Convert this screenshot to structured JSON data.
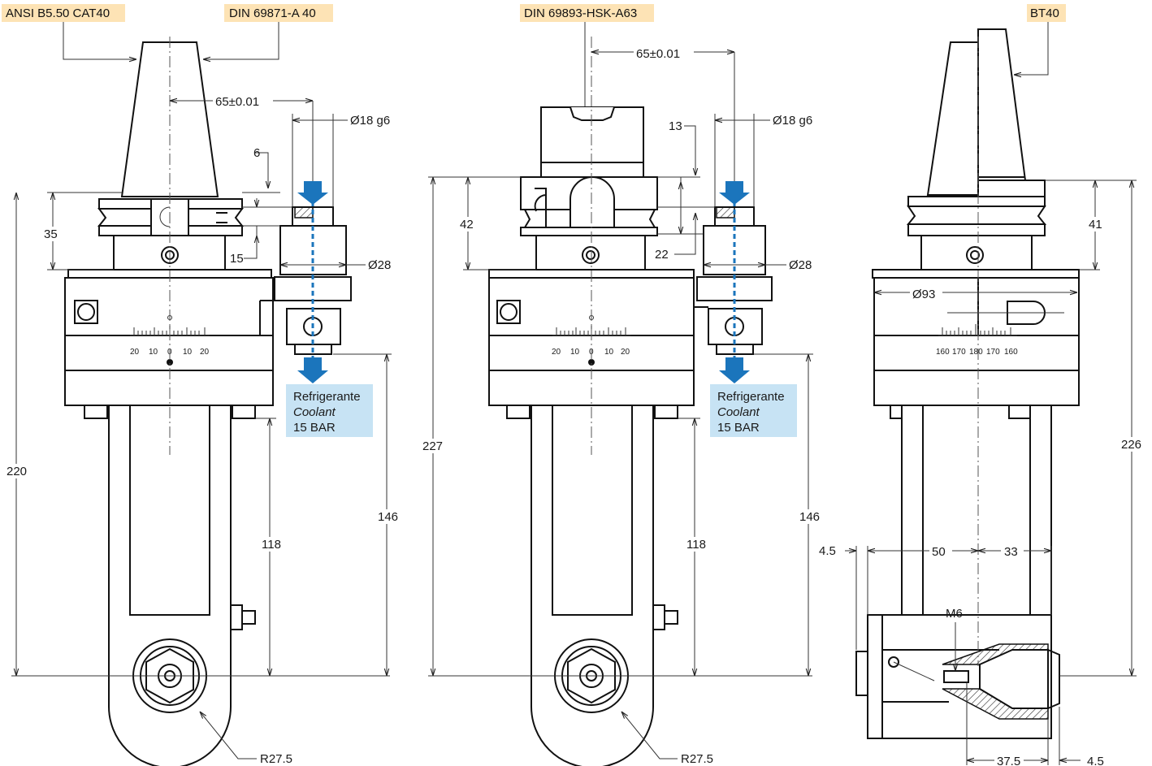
{
  "labels": {
    "tag_ansi": "ANSI B5.50 CAT40",
    "tag_din_a40": "DIN 69871-A 40",
    "tag_hsk": "DIN 69893-HSK-A63",
    "tag_bt40": "BT40",
    "coolant_line1": "Refrigerante",
    "coolant_line2": "Coolant",
    "coolant_line3": "15 BAR"
  },
  "dimensions": {
    "view1": {
      "offset": "65±0.01",
      "shaft_dia": "Ø18 g6",
      "d6": "6",
      "d15": "15",
      "d35": "35",
      "body_dia": "Ø28",
      "d220": "220",
      "d146": "146",
      "d118": "118",
      "radius": "R27.5",
      "scale": [
        "20",
        "10",
        "0",
        "10",
        "20"
      ]
    },
    "view2": {
      "offset": "65±0.01",
      "shaft_dia": "Ø18 g6",
      "d13": "13",
      "d22": "22",
      "d42": "42",
      "body_dia": "Ø28",
      "d227": "227",
      "d146": "146",
      "d118": "118",
      "radius": "R27.5",
      "scale": [
        "20",
        "10",
        "0",
        "10",
        "20"
      ]
    },
    "view3": {
      "body_dia": "Ø93",
      "d41": "41",
      "d226": "226",
      "d4_5_left": "4.5",
      "d50": "50",
      "d33": "33",
      "thread": "M6",
      "d37_5": "37.5",
      "d4_5_right": "4.5",
      "scale": [
        "160",
        "170",
        "180",
        "170",
        "160"
      ]
    }
  },
  "colors": {
    "tag_fill": "#fde3b5",
    "coolant_box": "#c7e3f4",
    "coolant_arrow": "#1b75bc"
  }
}
